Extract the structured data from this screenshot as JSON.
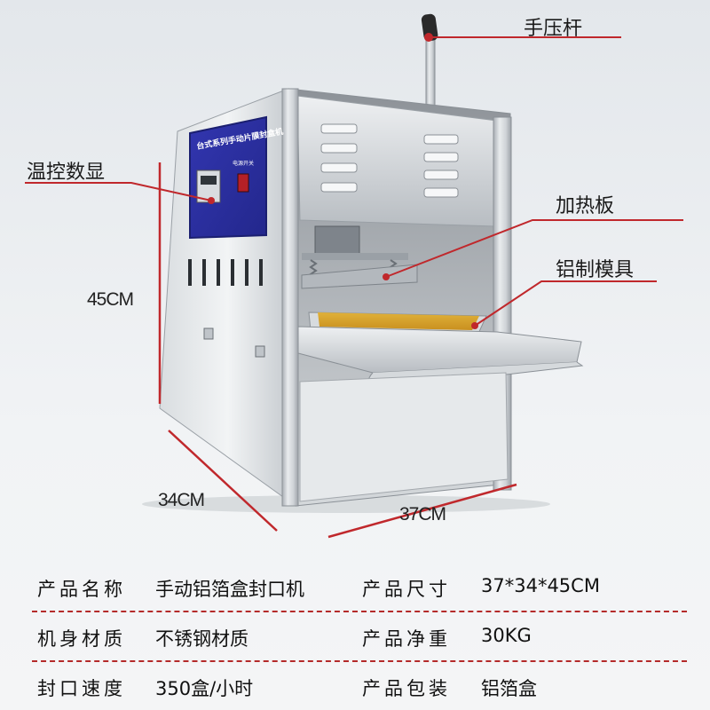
{
  "callouts": {
    "handle": "手压杆",
    "temp_display": "温控数显",
    "heating_plate": "加热板",
    "aluminum_mold": "铝制模具"
  },
  "dimensions": {
    "height": "45CM",
    "depth": "34CM",
    "width": "37CM"
  },
  "machine": {
    "panel_title": "台式系列手动片膜封盒机",
    "switch_label": "电源开关"
  },
  "specs": [
    {
      "label1": "产品名称",
      "value1": "手动铝箔盒封口机",
      "label2": "产品尺寸",
      "value2": "37*34*45CM"
    },
    {
      "label1": "机身材质",
      "value1": "不锈钢材质",
      "label2": "产品净重",
      "value2": "30KG"
    },
    {
      "label1": "封口速度",
      "value1": "350盒/小时",
      "label2": "产品包装",
      "value2": "铝箔盒"
    }
  ],
  "colors": {
    "leader_line": "#c0282c",
    "panel_blue": "#2d31a6",
    "steel": "#c9ced3",
    "divider": "#b42a2a"
  }
}
